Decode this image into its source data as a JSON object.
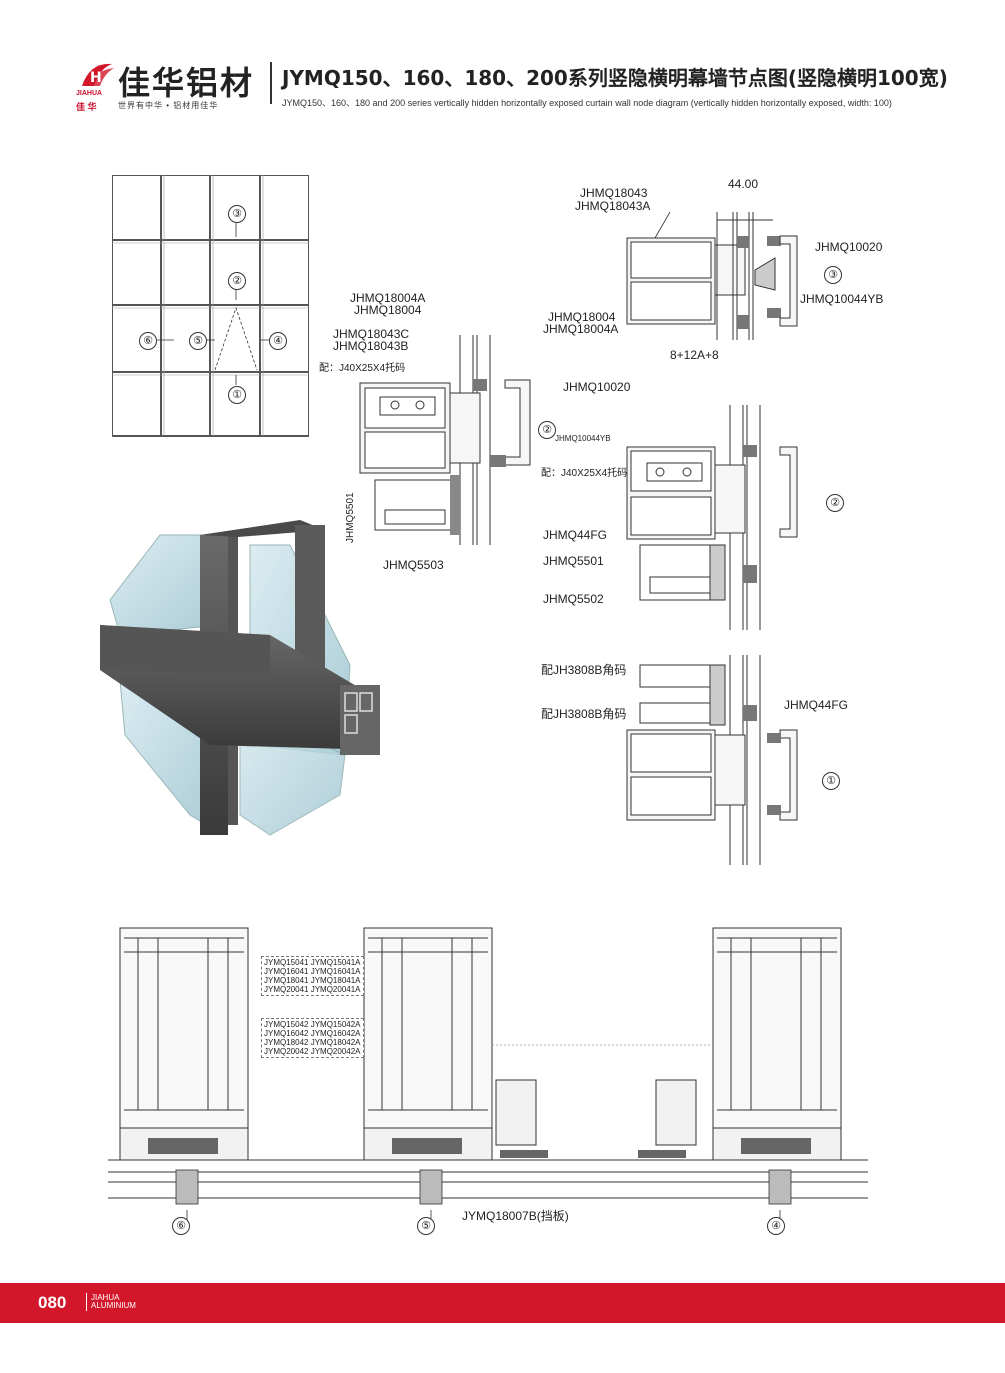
{
  "header": {
    "brand_cn": "佳华铝材",
    "brand_en": "JIAHUA",
    "brand_small": "佳 华",
    "slogan": "世界有中华 • 铝材用佳华",
    "title": "JYMQ150、160、180、200系列竖隐横明幕墙节点图(竖隐横明100宽)",
    "subtitle": "JYMQ150、160、180 and 200 series vertically hidden horizontally exposed curtain wall node diagram (vertically hidden horizontally exposed, width: 100)"
  },
  "elevation": {
    "markers": [
      "③",
      "②",
      "⑥",
      "⑤",
      "④",
      "①"
    ]
  },
  "node_top": {
    "dimension": "44.00",
    "labels": [
      "JHMQ18043",
      "JHMQ18043A",
      "JHMQ10020",
      "JHMQ10044YB",
      "JHMQ18004",
      "JHMQ18004A",
      "8+12A+8"
    ],
    "marker": "③"
  },
  "node_left": {
    "labels": [
      "JHMQ18004A",
      "JHMQ18004",
      "JHMQ18043C",
      "JHMQ18043B",
      "配：J40X25X4托码",
      "JHMQ10020",
      "JHMQ10044YB",
      "JHMQ5501",
      "JHMQ5503"
    ],
    "marker": "②"
  },
  "node_mid": {
    "labels": [
      "配：J40X25X4托码",
      "JHMQ44FG",
      "JHMQ5501",
      "JHMQ5502"
    ],
    "marker": "②"
  },
  "node_bottom": {
    "labels": [
      "配JH3808B角码",
      "配JH3808B角码",
      "JHMQ44FG"
    ],
    "marker": "①"
  },
  "plan": {
    "group1": [
      "JYMQ15041  JYMQ15041A",
      "JYMQ16041  JYMQ16041A",
      "JYMQ18041  JYMQ18041A",
      "JYMQ20041  JYMQ20041A"
    ],
    "group2": [
      "JYMQ15042  JYMQ15042A",
      "JYMQ16042  JYMQ16042A",
      "JYMQ18042  JYMQ18042A",
      "JYMQ20042  JYMQ20042A"
    ],
    "panel_label": "JYMQ18007B(挡板)",
    "markers": [
      "⑥",
      "⑤",
      "④"
    ]
  },
  "footer": {
    "page": "080",
    "brand1": "JIAHUA",
    "brand2": "ALUMINIUM"
  },
  "colors": {
    "brand_red": "#d3172b",
    "line": "#333333",
    "profile_fill": "#f4f4f4"
  }
}
